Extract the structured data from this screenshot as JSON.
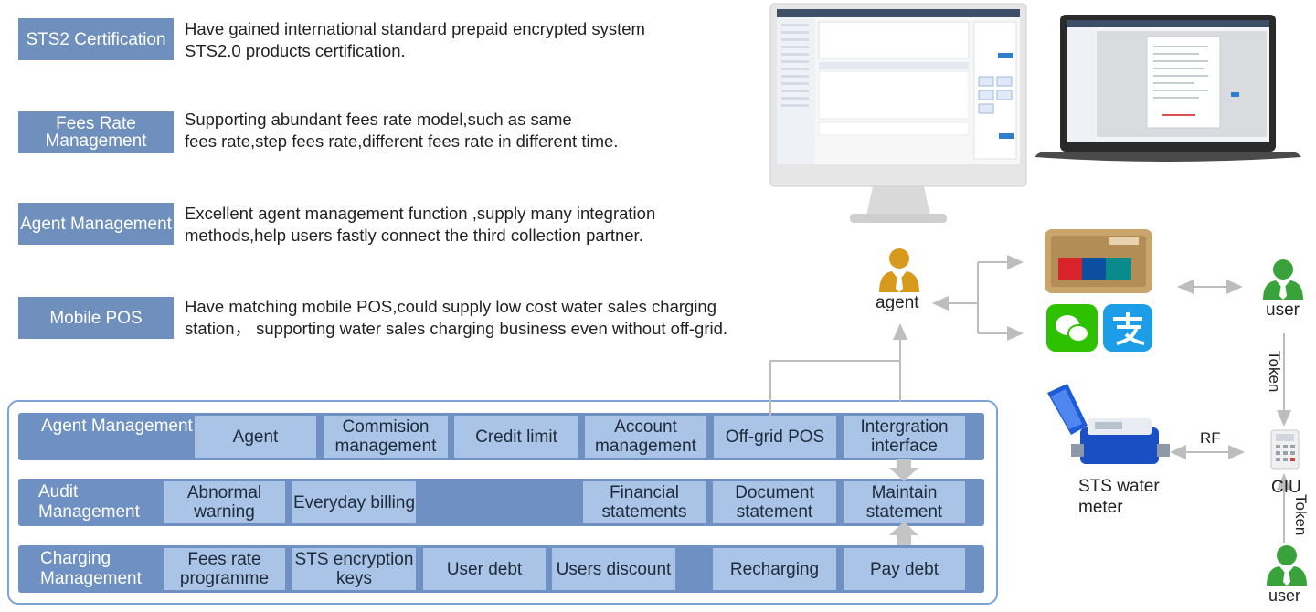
{
  "features": [
    {
      "label": "STS2 Certification",
      "desc": [
        "Have gained international standard prepaid encrypted system",
        "STS2.0 products certification."
      ]
    },
    {
      "label": "Fees Rate Management",
      "desc": [
        "Supporting abundant fees rate model,such as same",
        "fees rate,step fees rate,different fees rate in different time."
      ]
    },
    {
      "label": "Agent Management",
      "desc": [
        "Excellent agent management function ,supply many integration",
        "methods,help users fastly connect the third collection partner."
      ]
    },
    {
      "label": "Mobile POS",
      "desc": [
        "Have matching mobile POS,could supply low cost water sales charging",
        "station， supporting water sales charging business even without off-grid."
      ]
    }
  ],
  "modules": {
    "agent": {
      "title": "Agent Management",
      "cells": [
        "Agent",
        "Commision management",
        "Credit limit",
        "Account management",
        "Off-grid POS",
        "Intergration interface"
      ]
    },
    "audit": {
      "title": "Audit Management",
      "cells": [
        "Abnormal warning",
        "Everyday billing",
        "Financial statements",
        "Document statement",
        "Maintain statement"
      ]
    },
    "charging": {
      "title": "Charging Management",
      "cells": [
        "Fees rate programme",
        "STS encryption keys",
        "User debt",
        "Users discount",
        "Recharging",
        "Pay debt"
      ]
    }
  },
  "flow": {
    "agent_label": "agent",
    "user_top_label": "user",
    "user_bottom_label": "user",
    "meter_label": "STS water meter",
    "ciu_label": "CIU",
    "rf_label": "RF",
    "token_top_label": "Token",
    "token_bottom_label": "Token"
  },
  "colors": {
    "band": "#6f90c2",
    "cell": "#a9c4e6",
    "feature_label": "#6f8fbd",
    "person_gold": "#d79a1c",
    "person_green": "#3aa23a",
    "arrow": "#bdbdbd"
  }
}
